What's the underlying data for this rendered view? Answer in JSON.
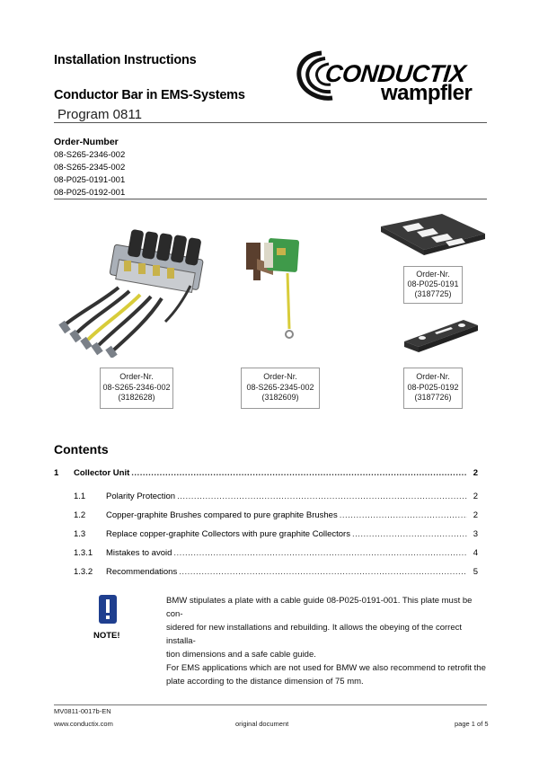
{
  "header": {
    "doc_type": "Installation Instructions",
    "title": "Conductor Bar in EMS-Systems",
    "program": "Program 0811",
    "logo_text": "CONDUCTIX",
    "logo_subtext": "wampfler"
  },
  "order": {
    "heading": "Order-Number",
    "numbers": [
      "08-S265-2346-002",
      "08-S265-2345-002",
      "08-P025-0191-001",
      "08-P025-0192-001"
    ]
  },
  "figures": [
    {
      "label": "Order-Nr.",
      "number": "08-S265-2346-002",
      "code": "(3182628)"
    },
    {
      "label": "Order-Nr.",
      "number": "08-S265-2345-002",
      "code": "(3182609)"
    },
    {
      "label": "Order-Nr.",
      "number": "08-P025-0191",
      "code": "(3187725)"
    },
    {
      "label": "Order-Nr.",
      "number": "08-P025-0192",
      "code": "(3187726)"
    }
  ],
  "contents": {
    "heading": "Contents",
    "entries": [
      {
        "num": "1",
        "title": "Collector Unit",
        "page": "2",
        "level": 1
      },
      {
        "num": "1.1",
        "title": "Polarity Protection",
        "page": "2",
        "level": 2
      },
      {
        "num": "1.2",
        "title": "Copper-graphite Brushes compared to pure graphite Brushes",
        "page": "2",
        "level": 2
      },
      {
        "num": "1.3",
        "title": "Replace copper-graphite Collectors with pure graphite Collectors",
        "page": "3",
        "level": 2
      },
      {
        "num": "1.3.1",
        "title": "Mistakes to avoid",
        "page": "4",
        "level": 3
      },
      {
        "num": "1.3.2",
        "title": "Recommendations",
        "page": "5",
        "level": 3
      }
    ]
  },
  "note": {
    "icon_label": "NOTE!",
    "lines": [
      "BMW stipulates a plate with a cable guide 08-P025-0191-001. This plate must be con-",
      "sidered for new installations and rebuilding. It allows the obeying of the correct installa-",
      "tion dimensions and a safe cable guide.",
      "For EMS applications which are not used for BMW we also recommend to retrofit the",
      "plate according to the distance dimension of 75 mm."
    ]
  },
  "footer": {
    "doc_id": "MV0811-0017b-EN",
    "website": "www.conductix.com",
    "center": "original document",
    "page": "page 1 of 5"
  },
  "colors": {
    "note_icon": "#1f3f8f",
    "cable_yellow": "#d8cc3a",
    "plate": "#3a3a3a",
    "pcb_green": "#3f9a4a"
  }
}
